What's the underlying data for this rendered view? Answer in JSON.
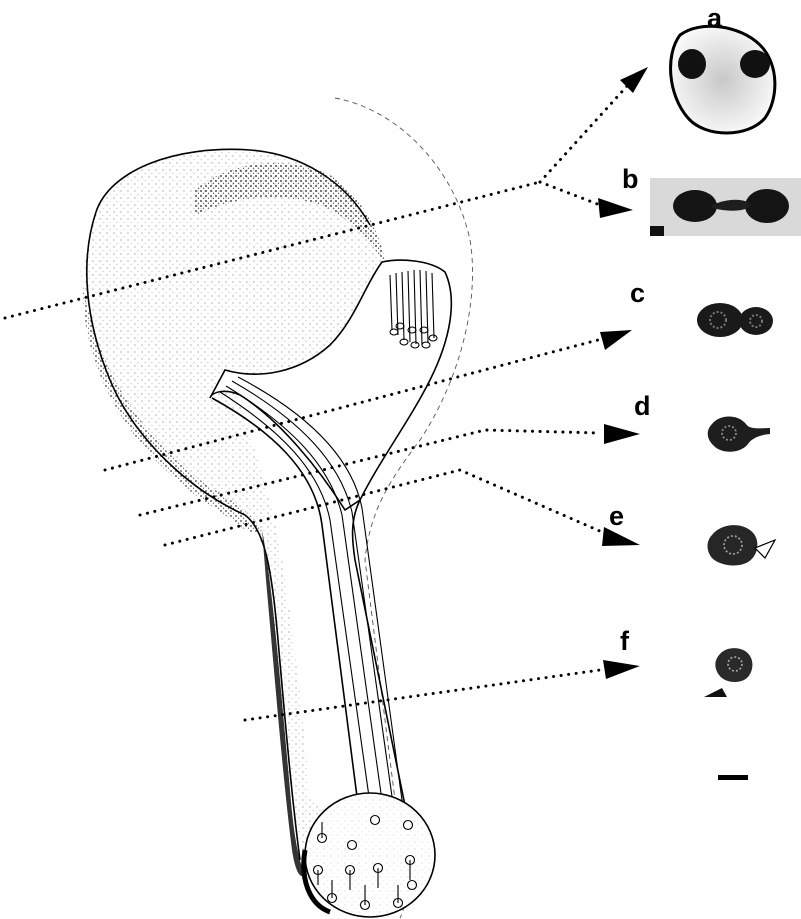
{
  "panels": {
    "a": "a",
    "b": "b",
    "c": "c",
    "d": "d",
    "e": "e",
    "f": "f"
  },
  "scale_bar": {
    "color": "#000000"
  },
  "colors": {
    "ink": "#000000",
    "background": "#ffffff",
    "stipple": "#1a1a1a"
  }
}
